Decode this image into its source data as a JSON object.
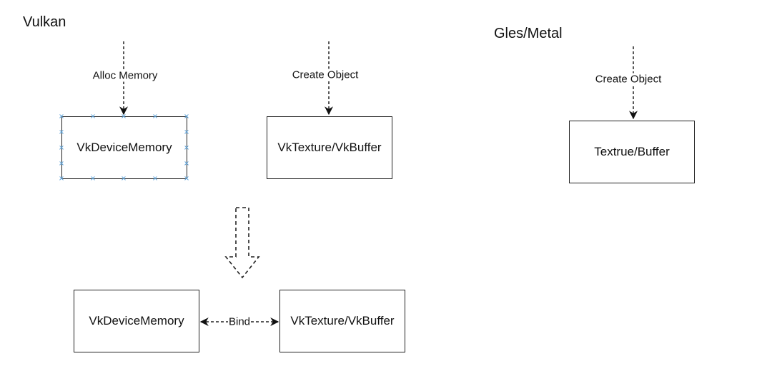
{
  "sections": {
    "vulkan": {
      "title": "Vulkan"
    },
    "gles_metal": {
      "title": "Gles/Metal"
    }
  },
  "nodes": {
    "vk_device_memory_top": "VkDeviceMemory",
    "vk_texture_buffer_top": "VkTexture/VkBuffer",
    "vk_device_memory_bottom": "VkDeviceMemory",
    "vk_texture_buffer_bottom": "VkTexture/VkBuffer",
    "gl_texture_buffer": "Textrue/Buffer"
  },
  "edges": {
    "alloc_memory": "Alloc Memory",
    "create_object_vk": "Create Object",
    "create_object_gl": "Create Object",
    "bind": "Bind"
  },
  "colors": {
    "stroke": "#222222",
    "selection_handle": "#5aa0d8"
  }
}
